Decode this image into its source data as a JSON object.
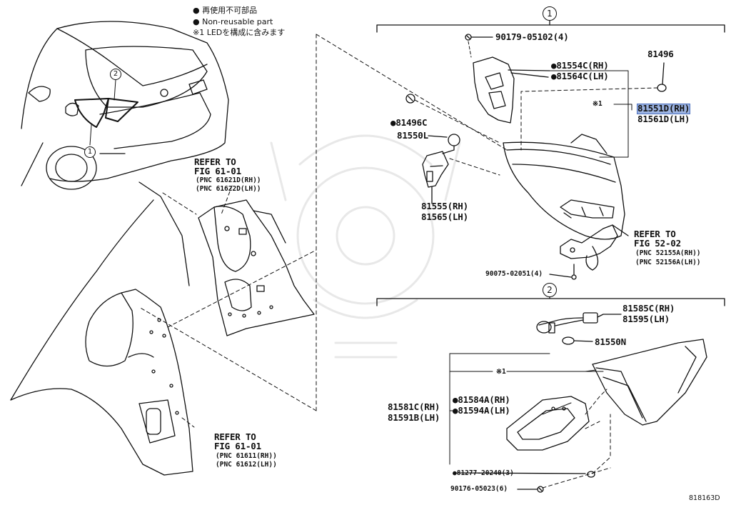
{
  "legend": {
    "line1": "● 再使用不可部品",
    "line2": "● Non-reusable part",
    "line3": "※1 LEDを構成に含みます"
  },
  "callouts": {
    "group1": "1",
    "group2": "2"
  },
  "refs": {
    "ref_61_01_top": {
      "line1": "REFER TO",
      "line2": "FIG 61-01",
      "line3": "(PNC 61621D(RH))",
      "line4": "(PNC 61622D(LH))"
    },
    "ref_61_01_bottom": {
      "line1": "REFER TO",
      "line2": "FIG 61-01",
      "line3": "(PNC 61611(RH))",
      "line4": "(PNC 61612(LH))"
    },
    "ref_52_02": {
      "line1": "REFER TO",
      "line2": "FIG 52-02",
      "line3": "(PNC 52155A(RH))",
      "line4": "(PNC 52156A(LH))"
    }
  },
  "parts": {
    "p90179": "90179-05102(4)",
    "p81554c": "●81554C(RH)",
    "p81564c": "●81564C(LH)",
    "p81496": "81496",
    "note1_top": "※1",
    "p81551d": "81551D(RH)",
    "p81561d": "81561D(LH)",
    "p81496c": "●81496C",
    "p81550l": "81550L",
    "p81555": "81555(RH)",
    "p81565": "81565(LH)",
    "p90075": "90075-02051(4)",
    "p81585c": "81585C(RH)",
    "p81595": "81595(LH)",
    "p81550n": "81550N",
    "note1_bottom": "※1",
    "p81581c": "81581C(RH)",
    "p81591b": "81591B(LH)",
    "p81584a": "●81584A(RH)",
    "p81594a": "●81594A(LH)",
    "p81277": "●81277-20240(3)",
    "p90176": "90176-05023(6)"
  },
  "figure_id": "818163D"
}
